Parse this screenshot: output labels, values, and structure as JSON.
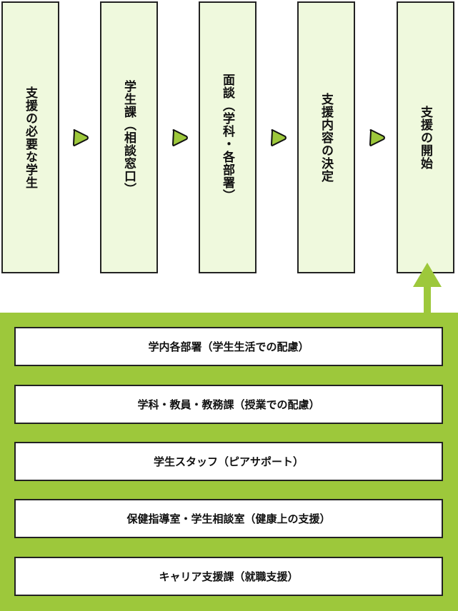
{
  "steps": [
    "支援の必要な学生",
    "学生課（相談窓口）",
    "面談（学科・各部署）",
    "支援内容の決定",
    "支援の開始"
  ],
  "support_items": [
    "学内各部署（学生生活での配慮）",
    "学科・教員・教務課（授業での配慮）",
    "学生スタッフ（ピアサポート）",
    "保健指導室・学生相談室（健康上の支援）",
    "キャリア支援課（就職支援）"
  ],
  "colors": {
    "accent": "#9dc83b",
    "box_fill": "#eff9dd",
    "border": "#222222"
  }
}
